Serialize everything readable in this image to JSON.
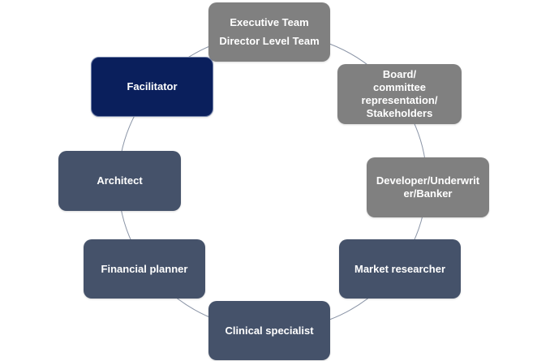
{
  "diagram": {
    "colors": {
      "gray": "#808080",
      "slate": "#45526a",
      "navy": "#0a1f5c",
      "ring": "#8a94a6"
    },
    "nodes": [
      {
        "id": "executive-team",
        "lines": [
          "Executive Team",
          "Director Level Team"
        ],
        "color": "gray"
      },
      {
        "id": "board",
        "lines": [
          "Board/",
          "committee",
          "representation/",
          "Stakeholders"
        ],
        "color": "gray"
      },
      {
        "id": "developer",
        "lines": [
          "Developer/Underwrit",
          "er/Banker"
        ],
        "color": "gray"
      },
      {
        "id": "market-researcher",
        "lines": [
          "Market researcher"
        ],
        "color": "slate"
      },
      {
        "id": "clinical-specialist",
        "lines": [
          "Clinical specialist"
        ],
        "color": "slate"
      },
      {
        "id": "financial-planner",
        "lines": [
          "Financial planner"
        ],
        "color": "slate"
      },
      {
        "id": "architect",
        "lines": [
          "Architect"
        ],
        "color": "slate"
      },
      {
        "id": "facilitator",
        "lines": [
          "Facilitator"
        ],
        "color": "navy"
      }
    ]
  }
}
